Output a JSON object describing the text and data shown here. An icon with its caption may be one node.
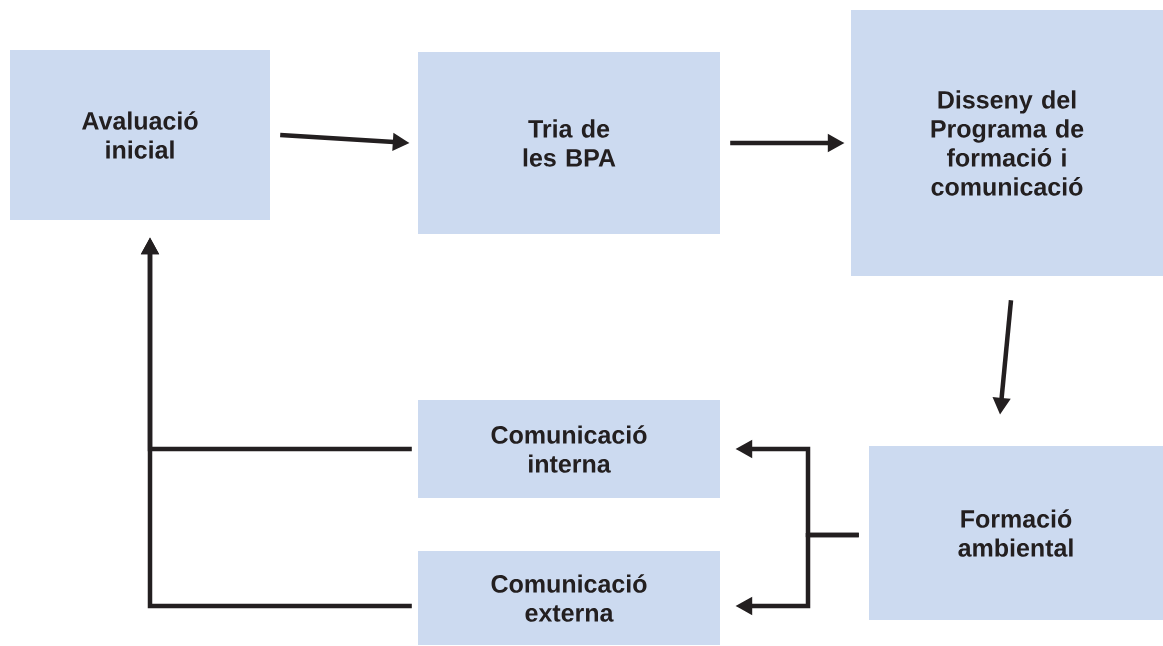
{
  "diagram": {
    "nodes": [
      {
        "text": [
          "Avaluació inicial"
        ]
      },
      {
        "text": [
          "Tria de les BPA"
        ]
      },
      {
        "text": [
          "Disseny del Programa de formació i comunicació"
        ]
      },
      {
        "text": [
          "Comunicació interna"
        ]
      },
      {
        "text": [
          "Comunicació externa"
        ]
      },
      {
        "text": [
          "Formació ambiental"
        ]
      }
    ],
    "edges": [
      {
        "from": 0,
        "to": 1,
        "arrow": "to"
      },
      {
        "from": 1,
        "to": 2,
        "arrow": "to"
      },
      {
        "from": 2,
        "to": 5,
        "arrow": "to"
      },
      {
        "from": 5,
        "to": 3,
        "arrow": "to"
      },
      {
        "from": 5,
        "to": 4,
        "arrow": "to"
      },
      {
        "from": 3,
        "to": 0,
        "arrow": "to"
      },
      {
        "from": 4,
        "to": 0,
        "arrow": "to"
      }
    ]
  }
}
